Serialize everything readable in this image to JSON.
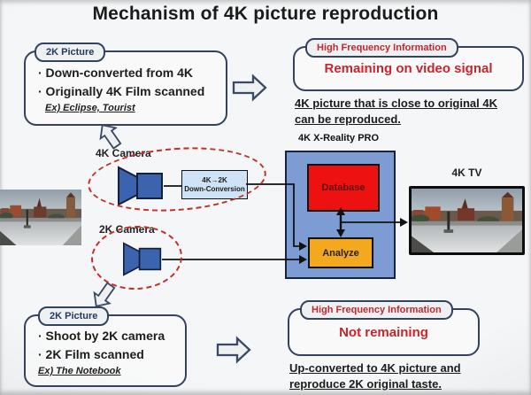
{
  "slide": {
    "title": "Mechanism of 4K picture reproduction"
  },
  "top_left_box": {
    "tab": "2K Picture",
    "bullet1": "· Down-converted from 4K",
    "bullet2": "· Originally 4K Film scanned",
    "example": "Ex) Eclipse, Tourist"
  },
  "top_right_box": {
    "tab": "High Frequency Information",
    "headline": "Remaining on video signal",
    "note1": "4K picture that is close to original 4K",
    "note2": "can be reproduced."
  },
  "pipeline": {
    "camera_4k_label": "4K Camera",
    "camera_2k_label": "2K Camera",
    "conversion_line1": "4K→2K",
    "conversion_line2": "Down-Conversion",
    "engine_label": "4K X-Reality PRO",
    "database_label": "Database",
    "analyze_label": "Analyze",
    "tv_label": "4K TV"
  },
  "bottom_left_box": {
    "tab": "2K Picture",
    "bullet1": "· Shoot by 2K camera",
    "bullet2": "· 2K Film scanned",
    "example": "Ex) The Notebook"
  },
  "bottom_right_box": {
    "tab": "High Frequency Information",
    "headline": "Not remaining",
    "note1": "Up-converted to 4K picture and",
    "note2": "reproduce 2K original taste."
  },
  "icons": {
    "camera": "projector-camera-shape",
    "hollow_arrow_right": "⇨",
    "hollow_arrow_up_left": "⇖",
    "hollow_arrow_down_left": "⇙",
    "tv": "flat-screen-tv"
  },
  "colors": {
    "accent_red": "#c6262c",
    "callout_navy": "#33425e",
    "engine_blue": "#7e9cd4",
    "database_red": "#ee1111",
    "analyze_orange": "#f4a81d",
    "conversion_blue": "#cfe3f6",
    "dashed_ellipse_red": "#c43026"
  }
}
